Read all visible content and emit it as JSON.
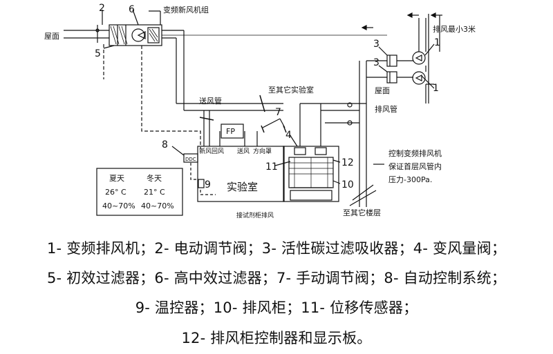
{
  "diagram": {
    "labels": {
      "roof_left": "屋面",
      "vfd_fresh_air_unit": "变频新风机组",
      "exhaust_min": "排风最小3米",
      "to_other_labs": "至其它实验室",
      "supply_duct": "送风管",
      "roof_right": "屋面",
      "exhaust_duct": "排风管",
      "fp": "FP",
      "fresh_return": "新风回风",
      "supply_air": "送风",
      "diffuser": "方向罩",
      "ddc": "DDC",
      "control_vfd_1": "控制变频排风机",
      "control_vfd_2": "保证首层风管内",
      "control_vfd_3": "压力-300Pa.",
      "lab": "实验室",
      "to_other_floors": "至其它楼层",
      "fume_hood_exhaust": "接试剂柜排风"
    },
    "numbers": {
      "n1a": "1",
      "n1b": "1",
      "n2": "2",
      "n3a": "3",
      "n3b": "3",
      "n4": "4",
      "n5": "5",
      "n6": "6",
      "n7": "7",
      "n8": "8",
      "n9": "9",
      "n10": "10",
      "n11": "11",
      "n12": "12"
    },
    "conditions": {
      "summer": "夏天",
      "winter": "冬天",
      "summer_temp": "26° C",
      "winter_temp": "21° C",
      "summer_rh": "40~70%",
      "winter_rh": "40~70%"
    }
  },
  "legend": {
    "line1": "1- 变频排风机；2- 电动调节阀；3- 活性碳过滤吸收器；4- 变风量阀；",
    "line2": "5- 初效过滤器；6- 高中效过滤器；7- 手动调节阀；8- 自动控制系统；",
    "line3": "9- 温控器；10- 排风柜；11- 位移传感器；",
    "line4": "12- 排风柜控制器和显示板。"
  }
}
